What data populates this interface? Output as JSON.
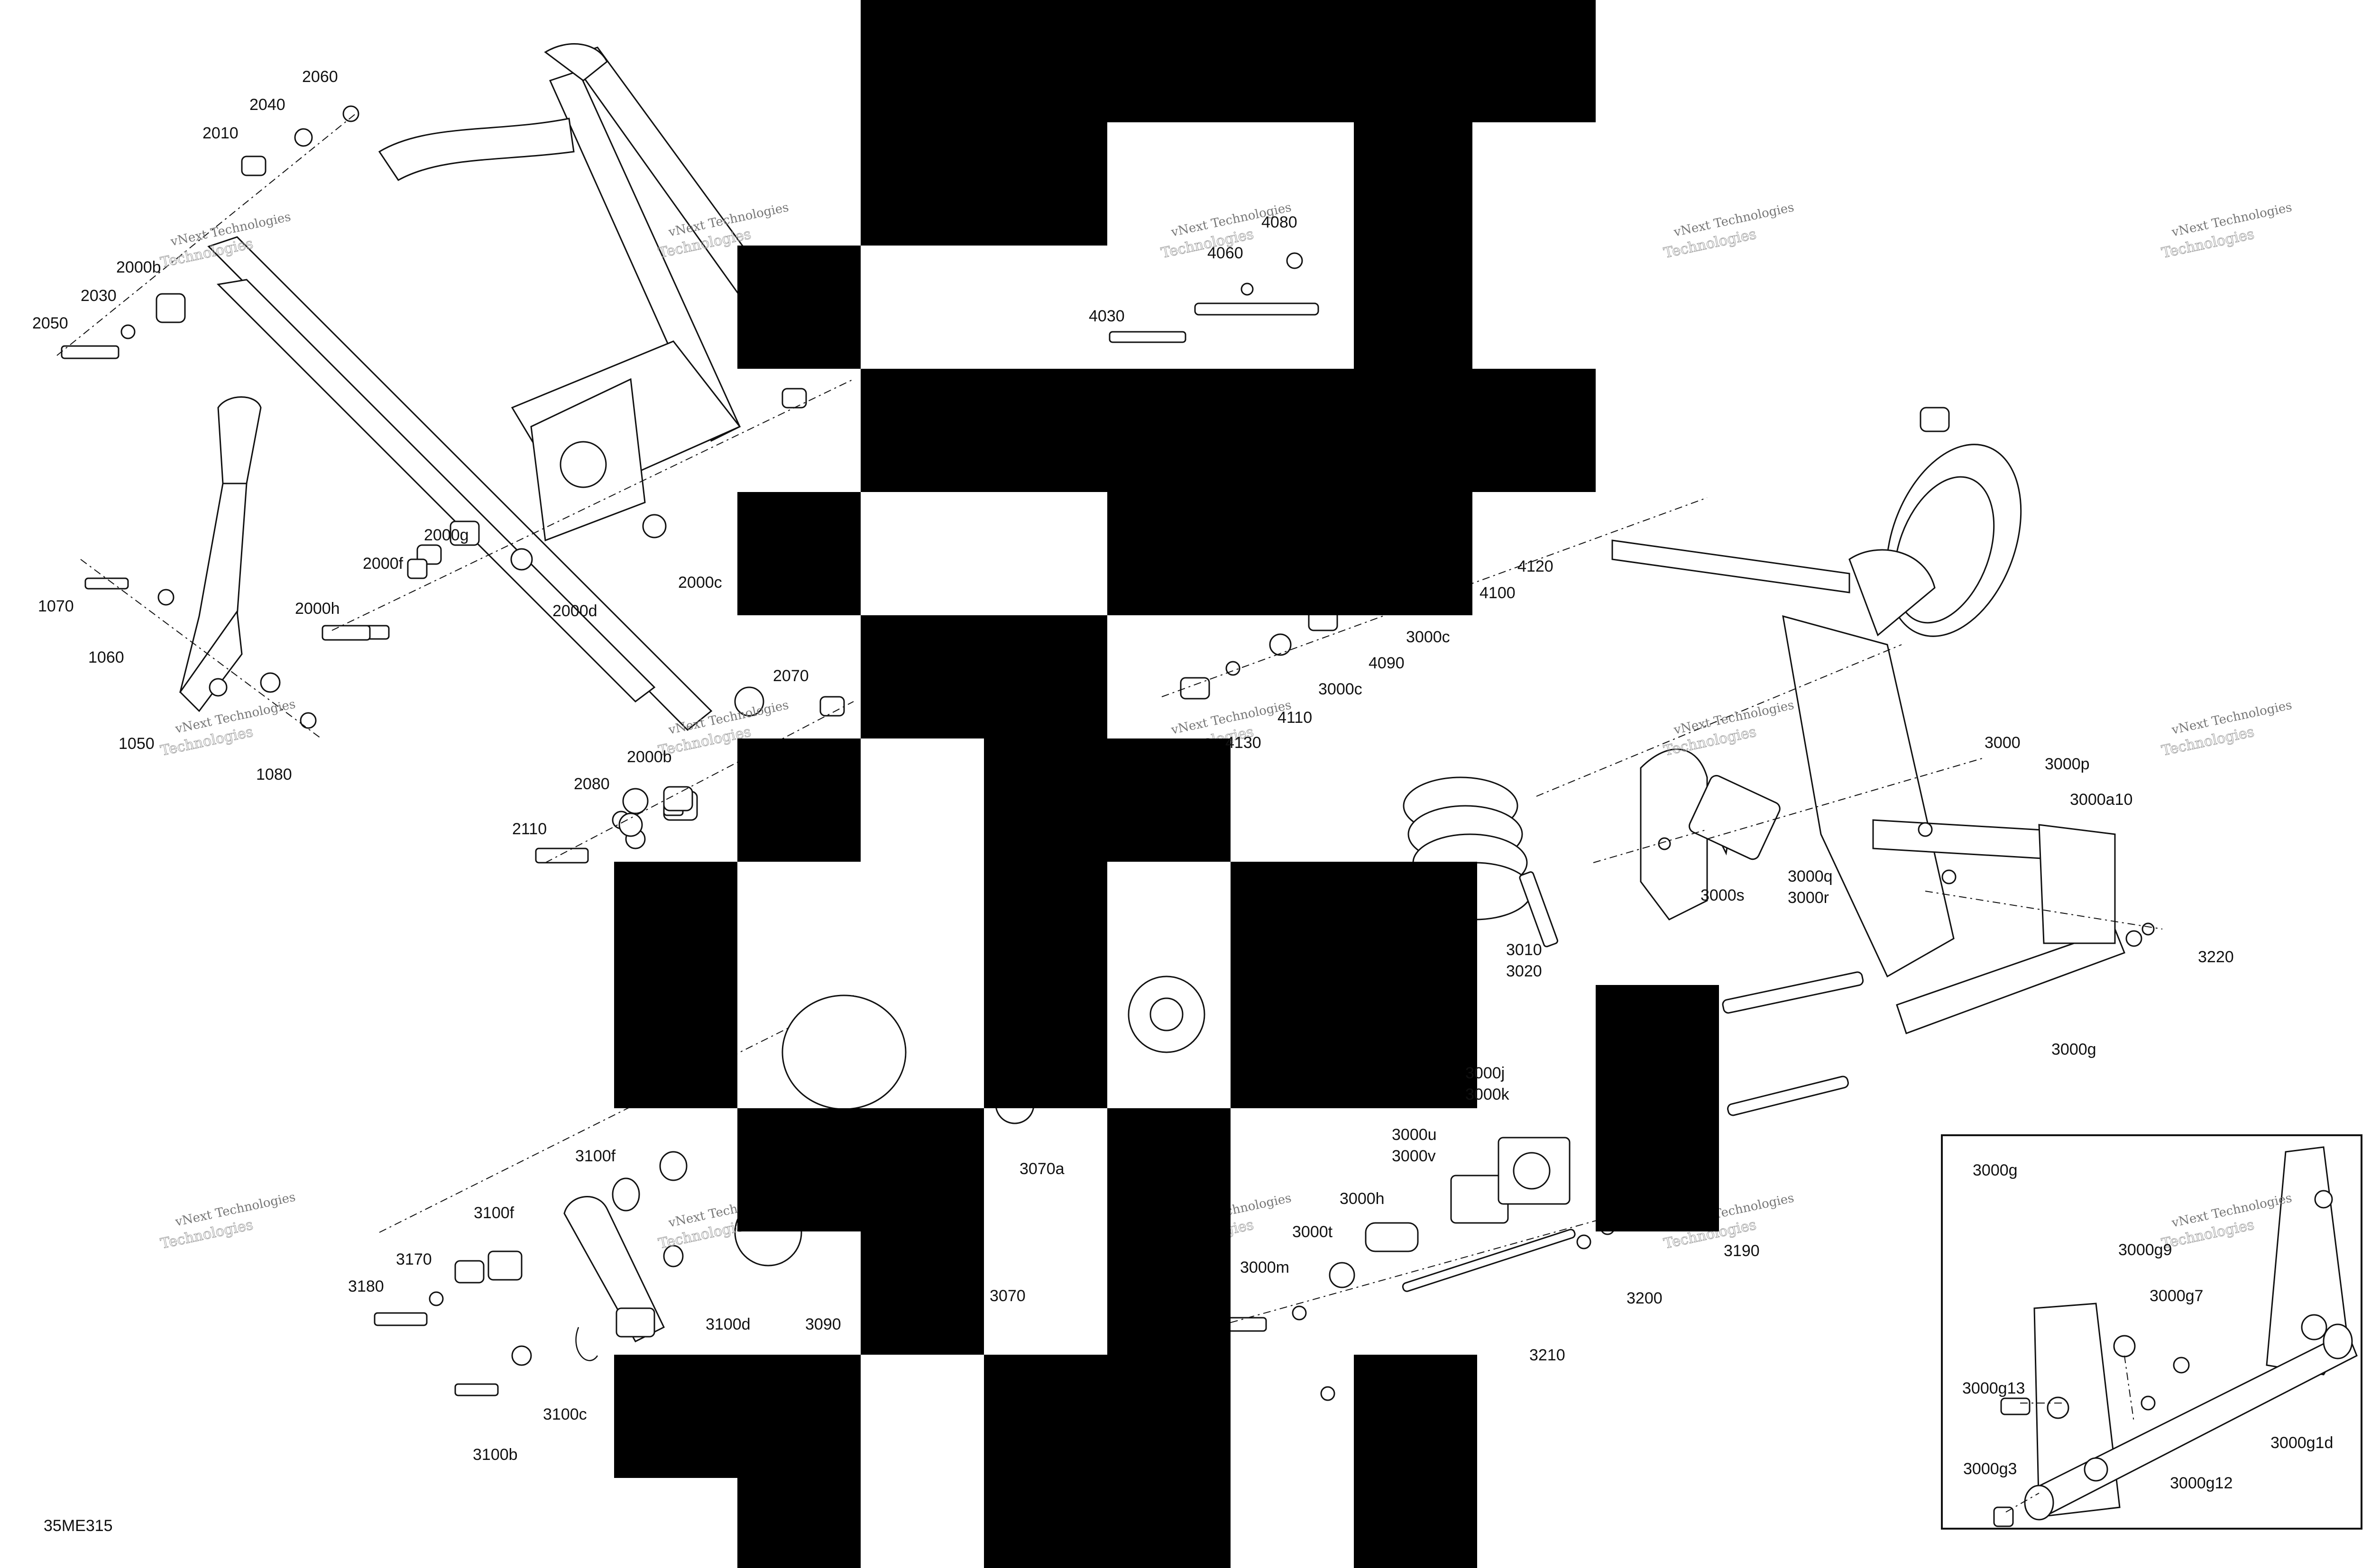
{
  "diagram": {
    "code": "35ME315",
    "inset_title": "3000g",
    "watermark": {
      "line1": "vNext Technologies",
      "line2": "Technologies"
    },
    "callouts": [
      "2060",
      "2040",
      "2010",
      "2000b",
      "2030",
      "2050",
      "2000g",
      "2000f",
      "2000h",
      "2000c",
      "2000d",
      "1070",
      "1060",
      "1050",
      "1080",
      "2070",
      "2000b",
      "2080",
      "2110",
      "4080",
      "4060",
      "4030",
      "4120",
      "4100",
      "3000c",
      "4090",
      "3000c",
      "4110",
      "4130",
      "3000",
      "3000p",
      "3000a10",
      "3000q",
      "3000r",
      "3000s",
      "3010",
      "3020",
      "3220",
      "3000g",
      "3000j",
      "3000k",
      "3000u",
      "3000v",
      "3000h",
      "3000t",
      "3000m",
      "3200",
      "3190",
      "3210",
      "3100f",
      "3100f",
      "3170",
      "3180",
      "3100d",
      "3090",
      "3070a",
      "3070",
      "3100c",
      "3100b",
      "3000g9",
      "3000g7",
      "3000g13",
      "3000g1d",
      "3000g3",
      "3000g12"
    ]
  }
}
